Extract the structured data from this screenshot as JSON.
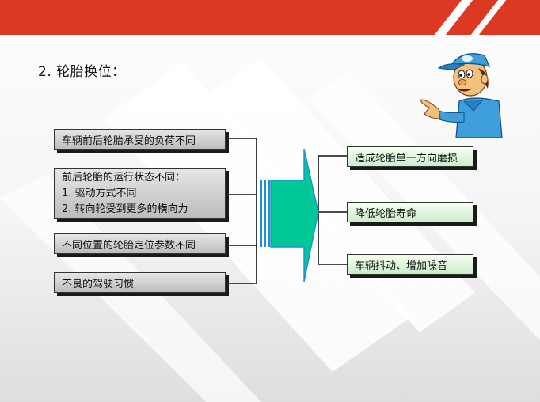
{
  "title": "2. 轮胎换位：",
  "causes": [
    "车辆前后轮胎承受的负荷不同",
    "前后轮胎的运行状态不同：",
    "1. 驱动方式不同",
    "2. 转向轮受到更多的横向力",
    "不同位置的轮胎定位参数不同",
    "不良的驾驶习惯"
  ],
  "effects": [
    "造成轮胎单一方向磨损",
    "降低轮胎寿命",
    "车辆抖动、增加噪音"
  ],
  "colors": {
    "header_red": "#dc3822",
    "arrow_green": "#00c896",
    "arrow_blue": "#1e8fd2",
    "mascot_blue": "#3e9fdc"
  },
  "icons": [
    "mechanic-mascot-icon"
  ]
}
